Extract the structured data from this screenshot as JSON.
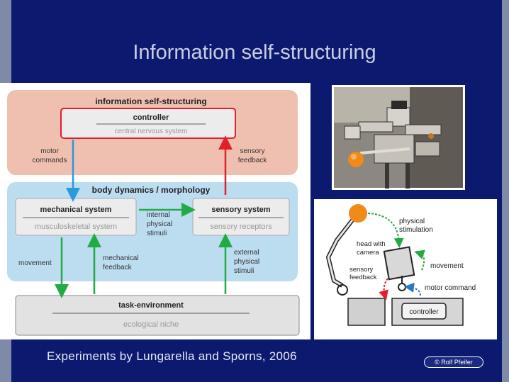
{
  "slide": {
    "title": "Information self-structuring",
    "caption": "Experiments by Lungarella and Sporns, 2006",
    "credit": "© Rolf Pfeifer"
  },
  "diagram": {
    "top_region": "information self-structuring",
    "controller": {
      "title": "controller",
      "subtitle": "central nervous system"
    },
    "motor_commands": [
      "motor",
      "commands"
    ],
    "sensory_feedback": [
      "sensory",
      "feedback"
    ],
    "body_region": "body dynamics / morphology",
    "mechanical": {
      "title": "mechanical system",
      "subtitle": "musculoskeletal system"
    },
    "sensory": {
      "title": "sensory system",
      "subtitle": "sensory receptors"
    },
    "internal_stimuli": [
      "internal",
      "physical",
      "stimuli"
    ],
    "movement": "movement",
    "mechanical_feedback": [
      "mechanical",
      "feedback"
    ],
    "external_stimuli": [
      "external",
      "physical",
      "stimuli"
    ],
    "environment": {
      "title": "task-environment",
      "subtitle": "ecological niche"
    }
  },
  "setup": {
    "physical_stimulation": [
      "physical",
      "stimulation"
    ],
    "head_with_camera": [
      "head with",
      "camera"
    ],
    "sensory_feedback": [
      "sensory",
      "feedback"
    ],
    "movement": "movement",
    "motor_command": "motor command",
    "controller": "controller"
  },
  "colors": {
    "background": "#0b1a6e",
    "top_region": "#efc0b0",
    "body_region": "#bcdcef",
    "controller_border": "#e0202a",
    "motor_arrow": "#2a9ad8",
    "sensory_arrow": "#e0202a",
    "green_arrow": "#22aa44"
  }
}
